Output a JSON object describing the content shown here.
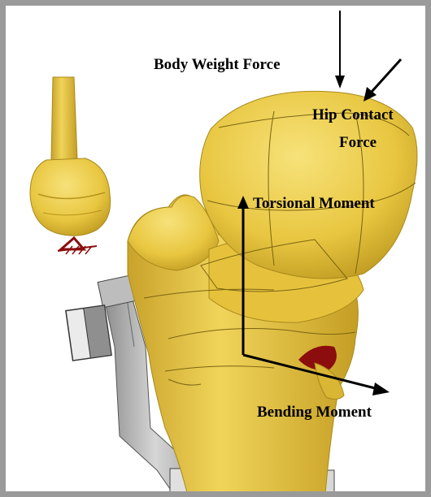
{
  "labels": {
    "body_weight_force": "Body Weight Force",
    "hip_contact_force_line1": "Hip Contact",
    "hip_contact_force_line2": "Force",
    "torsional_moment": "Torsional Moment",
    "bending_moment": "Bending Moment"
  },
  "colors": {
    "bone": "#e8c640",
    "bone_shadow": "#b8941c",
    "bone_highlight": "#f7e27a",
    "implant": "#b8b8b8",
    "contact_red": "#8b0d0d",
    "frame": "#9a9a9a",
    "arrow": "#000000"
  }
}
